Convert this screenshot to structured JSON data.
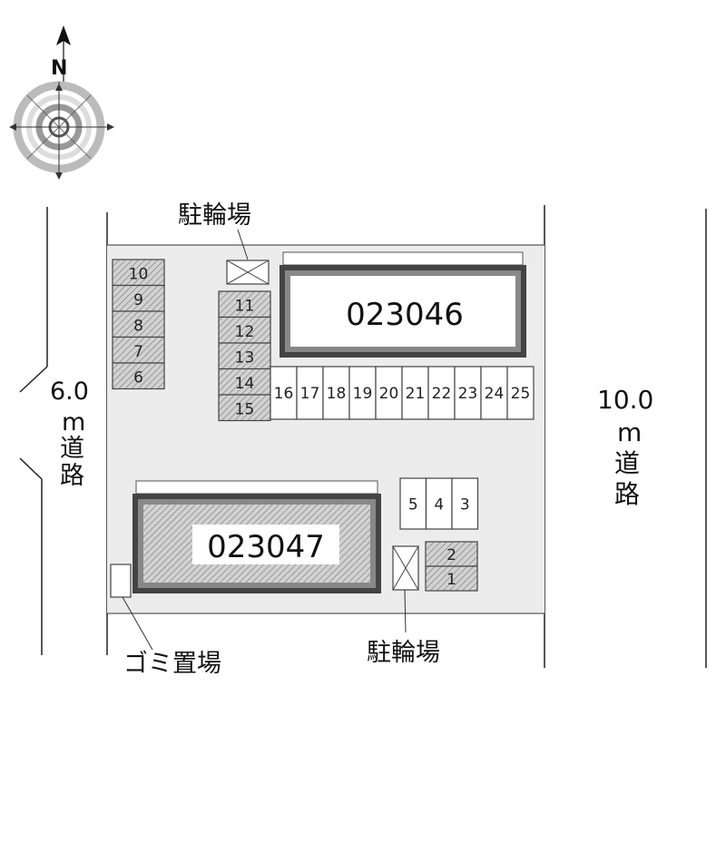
{
  "compass": {
    "north_label": "N"
  },
  "roads": {
    "left_width": "6.0",
    "left_unit": "m",
    "left_name": [
      "道",
      "路"
    ],
    "right_width": "10.0",
    "right_unit": "m",
    "right_name": [
      "道",
      "路"
    ]
  },
  "buildings": [
    {
      "id": "023046"
    },
    {
      "id": "023047"
    }
  ],
  "labels": {
    "bike_parking_top": "駐輪場",
    "bike_parking_bottom": "駐輪場",
    "garbage": "ゴミ置場"
  },
  "parking": {
    "column_left": [
      "10",
      "9",
      "8",
      "7",
      "6"
    ],
    "column_mid": [
      "11",
      "12",
      "13",
      "14",
      "15"
    ],
    "row_main": [
      "16",
      "17",
      "18",
      "19",
      "20",
      "21",
      "22",
      "23",
      "24",
      "25"
    ],
    "small_white": [
      "5",
      "4",
      "3"
    ],
    "small_hatched": [
      "2",
      "1"
    ]
  }
}
